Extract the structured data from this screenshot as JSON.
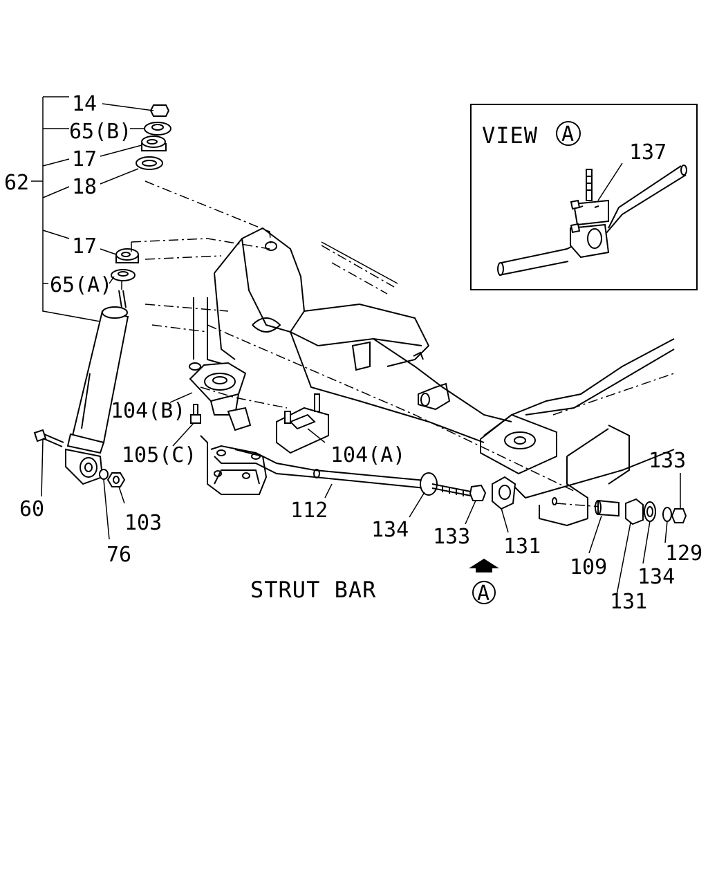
{
  "diagram": {
    "title": "STRUT BAR",
    "view_title": "VIEW",
    "view_marker": "A",
    "view_arrow_marker": "A",
    "callouts": {
      "c14": "14",
      "c65b": "65(B)",
      "c17a": "17",
      "c62": "62",
      "c18": "18",
      "c17b": "17",
      "c65a": "65(A)",
      "c104b": "104(B)",
      "c105c": "105(C)",
      "c104a": "104(A)",
      "c60": "60",
      "c103": "103",
      "c76": "76",
      "c112": "112",
      "c134a": "134",
      "c133a": "133",
      "c131a": "131",
      "c133b": "133",
      "c109": "109",
      "c129": "129",
      "c134b": "134",
      "c131b": "131",
      "c137": "137"
    }
  }
}
